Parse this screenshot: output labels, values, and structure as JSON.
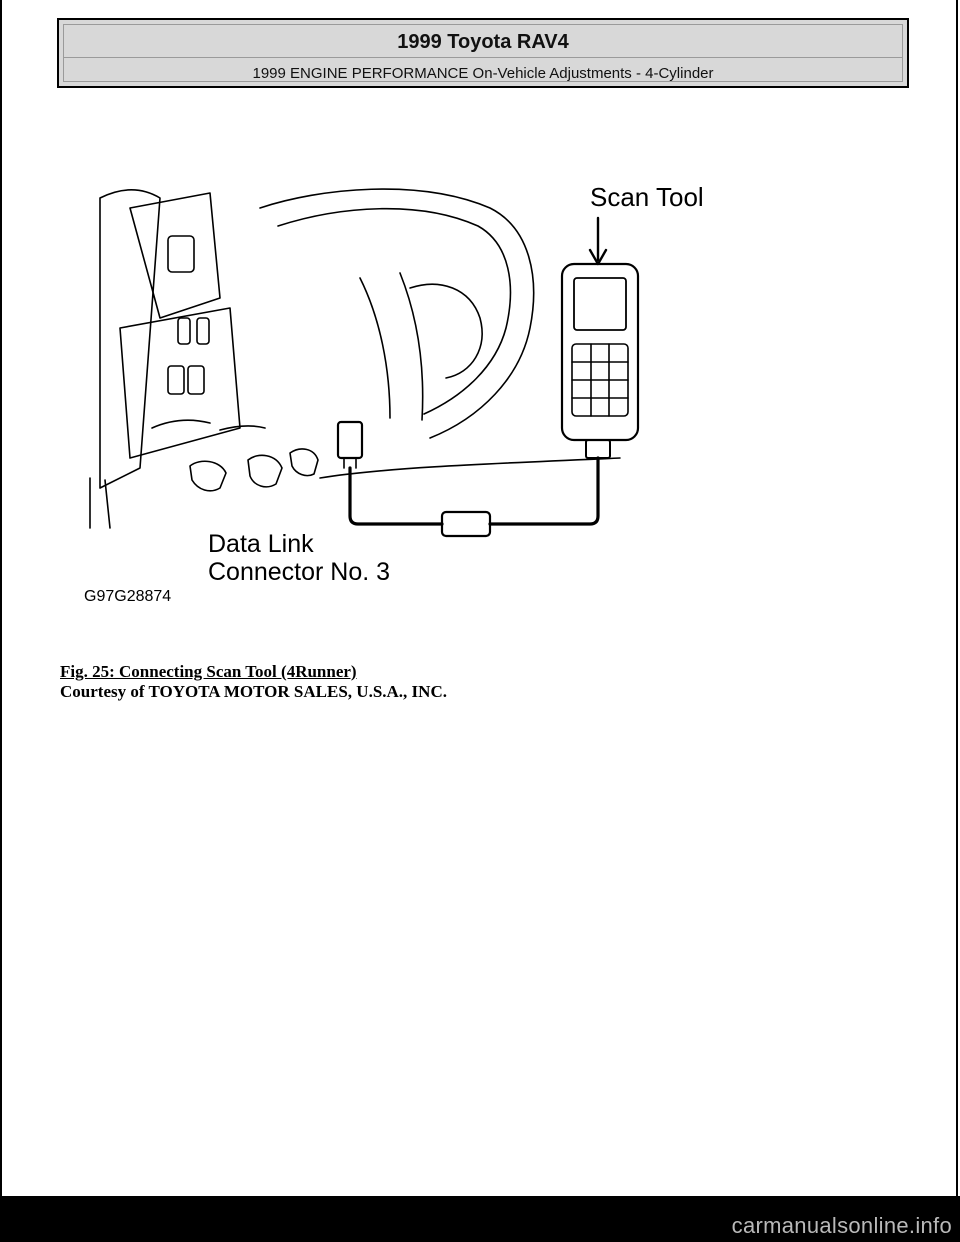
{
  "header": {
    "title": "1999 Toyota RAV4",
    "subtitle": "1999 ENGINE PERFORMANCE On-Vehicle Adjustments - 4-Cylinder"
  },
  "figure": {
    "label_scan_tool": "Scan Tool",
    "label_dlc_line1": "Data Link",
    "label_dlc_line2": "Connector No. 3",
    "code": "G97G28874"
  },
  "caption": {
    "title": "Fig. 25: Connecting Scan Tool (4Runner)",
    "courtesy": "Courtesy of TOYOTA MOTOR SALES, U.S.A., INC."
  },
  "footer": {
    "watermark": "carmanualsonline.info"
  }
}
